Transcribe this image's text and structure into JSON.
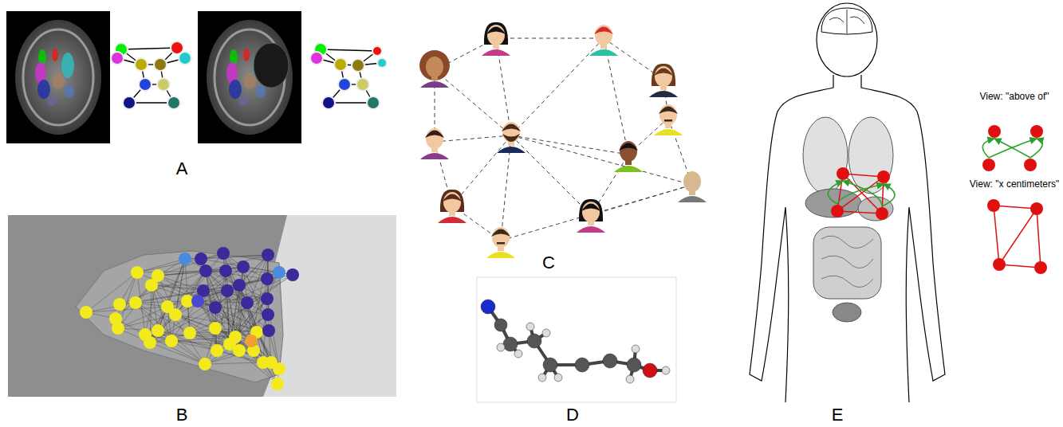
{
  "diagram": {
    "labels": [
      "A",
      "B",
      "C",
      "D",
      "E",
      "View: \"above of\"",
      "View: \"x centimeters\""
    ]
  }
}
